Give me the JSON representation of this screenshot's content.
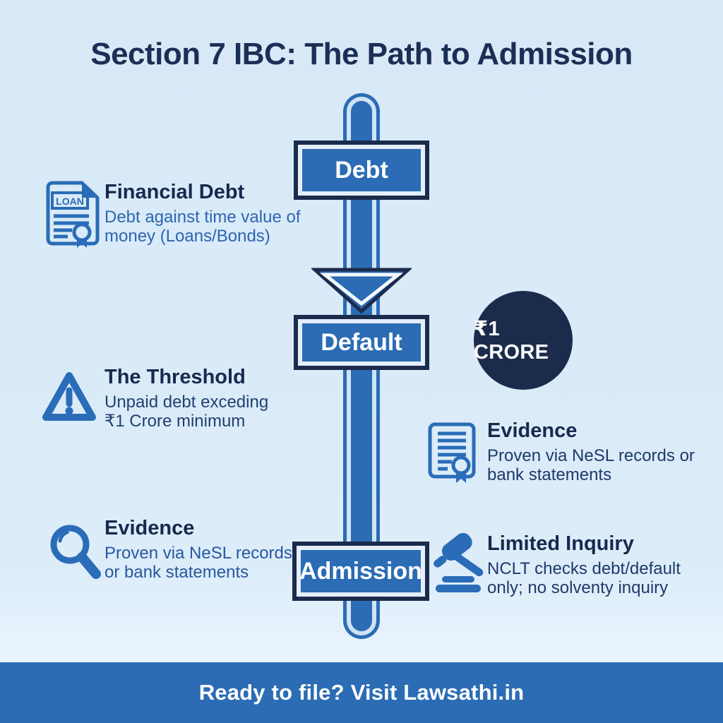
{
  "title": "Section 7 IBC: The Path to Admission",
  "flow": {
    "steps": [
      {
        "label": "Debt"
      },
      {
        "label": "Default"
      },
      {
        "label": "Admission"
      }
    ]
  },
  "badge": {
    "label": "₹1 CRORE"
  },
  "left_items": [
    {
      "icon": "loan-document-icon",
      "icon_label": "LOAN",
      "title": "Financial Debt",
      "body": "Debt against time value of\nmoney (Loans/Bonds)"
    },
    {
      "icon": "warning-triangle-icon",
      "title": "The Threshold",
      "body": "Unpaid debt exceding\n₹1 Crore minimum"
    },
    {
      "icon": "magnifier-icon",
      "title": "Evidence",
      "body": "Proven via NeSL records\nor bank statements"
    }
  ],
  "right_items": [
    {
      "icon": "certificate-icon",
      "title": "Evidence",
      "body": "Proven via NeSL records or\nbank statements"
    },
    {
      "icon": "gavel-icon",
      "title": "Limited Inquiry",
      "body": "NCLT checks debt/default\nonly; no solventy inquiry"
    }
  ],
  "footer": {
    "text": "Ready to file? Visit Lawsathi.in"
  },
  "colors": {
    "background": "#d9e9f7",
    "primary_blue": "#2b6cb4",
    "dark_navy_border": "#1b2b4c",
    "icon_blue": "#2a6cb8",
    "light_ring": "#e3eefa",
    "title_text": "#1b2e55",
    "badge_bg": "#1b2b4b",
    "footer_bg": "#2b6cb5"
  }
}
